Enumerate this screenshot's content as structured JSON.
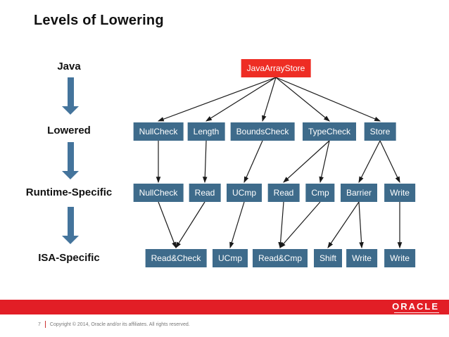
{
  "slide": {
    "title": "Levels of Lowering",
    "page_number": "7",
    "copyright": "Copyright © 2014, Oracle and/or its affiliates. All rights reserved.",
    "brand": "ORACLE"
  },
  "levels": [
    {
      "label": "Java"
    },
    {
      "label": "Lowered"
    },
    {
      "label": "Runtime-Specific"
    },
    {
      "label": "ISA-Specific"
    }
  ],
  "nodes": {
    "java_array_store": {
      "label": "JavaArrayStore",
      "level": "Java"
    },
    "nullcheck_l": {
      "label": "NullCheck",
      "level": "Lowered"
    },
    "length_l": {
      "label": "Length",
      "level": "Lowered"
    },
    "boundscheck_l": {
      "label": "BoundsCheck",
      "level": "Lowered"
    },
    "typecheck_l": {
      "label": "TypeCheck",
      "level": "Lowered"
    },
    "store_l": {
      "label": "Store",
      "level": "Lowered"
    },
    "nullcheck_r": {
      "label": "NullCheck",
      "level": "Runtime-Specific"
    },
    "read_r1": {
      "label": "Read",
      "level": "Runtime-Specific"
    },
    "ucmp_r": {
      "label": "UCmp",
      "level": "Runtime-Specific"
    },
    "read_r2": {
      "label": "Read",
      "level": "Runtime-Specific"
    },
    "cmp_r": {
      "label": "Cmp",
      "level": "Runtime-Specific"
    },
    "barrier_r": {
      "label": "Barrier",
      "level": "Runtime-Specific"
    },
    "write_r": {
      "label": "Write",
      "level": "Runtime-Specific"
    },
    "readcheck_i": {
      "label": "Read&Check",
      "level": "ISA-Specific"
    },
    "ucmp_i": {
      "label": "UCmp",
      "level": "ISA-Specific"
    },
    "readcmp_i": {
      "label": "Read&Cmp",
      "level": "ISA-Specific"
    },
    "shift_i": {
      "label": "Shift",
      "level": "ISA-Specific"
    },
    "write_i1": {
      "label": "Write",
      "level": "ISA-Specific"
    },
    "write_i2": {
      "label": "Write",
      "level": "ISA-Specific"
    }
  },
  "edges": [
    [
      "java_array_store",
      "nullcheck_l"
    ],
    [
      "java_array_store",
      "length_l"
    ],
    [
      "java_array_store",
      "boundscheck_l"
    ],
    [
      "java_array_store",
      "typecheck_l"
    ],
    [
      "java_array_store",
      "store_l"
    ],
    [
      "nullcheck_l",
      "nullcheck_r"
    ],
    [
      "length_l",
      "read_r1"
    ],
    [
      "boundscheck_l",
      "ucmp_r"
    ],
    [
      "typecheck_l",
      "read_r2"
    ],
    [
      "typecheck_l",
      "cmp_r"
    ],
    [
      "store_l",
      "barrier_r"
    ],
    [
      "store_l",
      "write_r"
    ],
    [
      "nullcheck_r",
      "readcheck_i"
    ],
    [
      "read_r1",
      "readcheck_i"
    ],
    [
      "ucmp_r",
      "ucmp_i"
    ],
    [
      "read_r2",
      "readcmp_i"
    ],
    [
      "cmp_r",
      "readcmp_i"
    ],
    [
      "barrier_r",
      "shift_i"
    ],
    [
      "barrier_r",
      "write_i1"
    ],
    [
      "write_r",
      "write_i2"
    ]
  ],
  "colors": {
    "node_blue": "#3E6B8B",
    "root_red": "#EE2D24",
    "footer_red": "#E21E26",
    "level_arrow": "#44749C"
  }
}
